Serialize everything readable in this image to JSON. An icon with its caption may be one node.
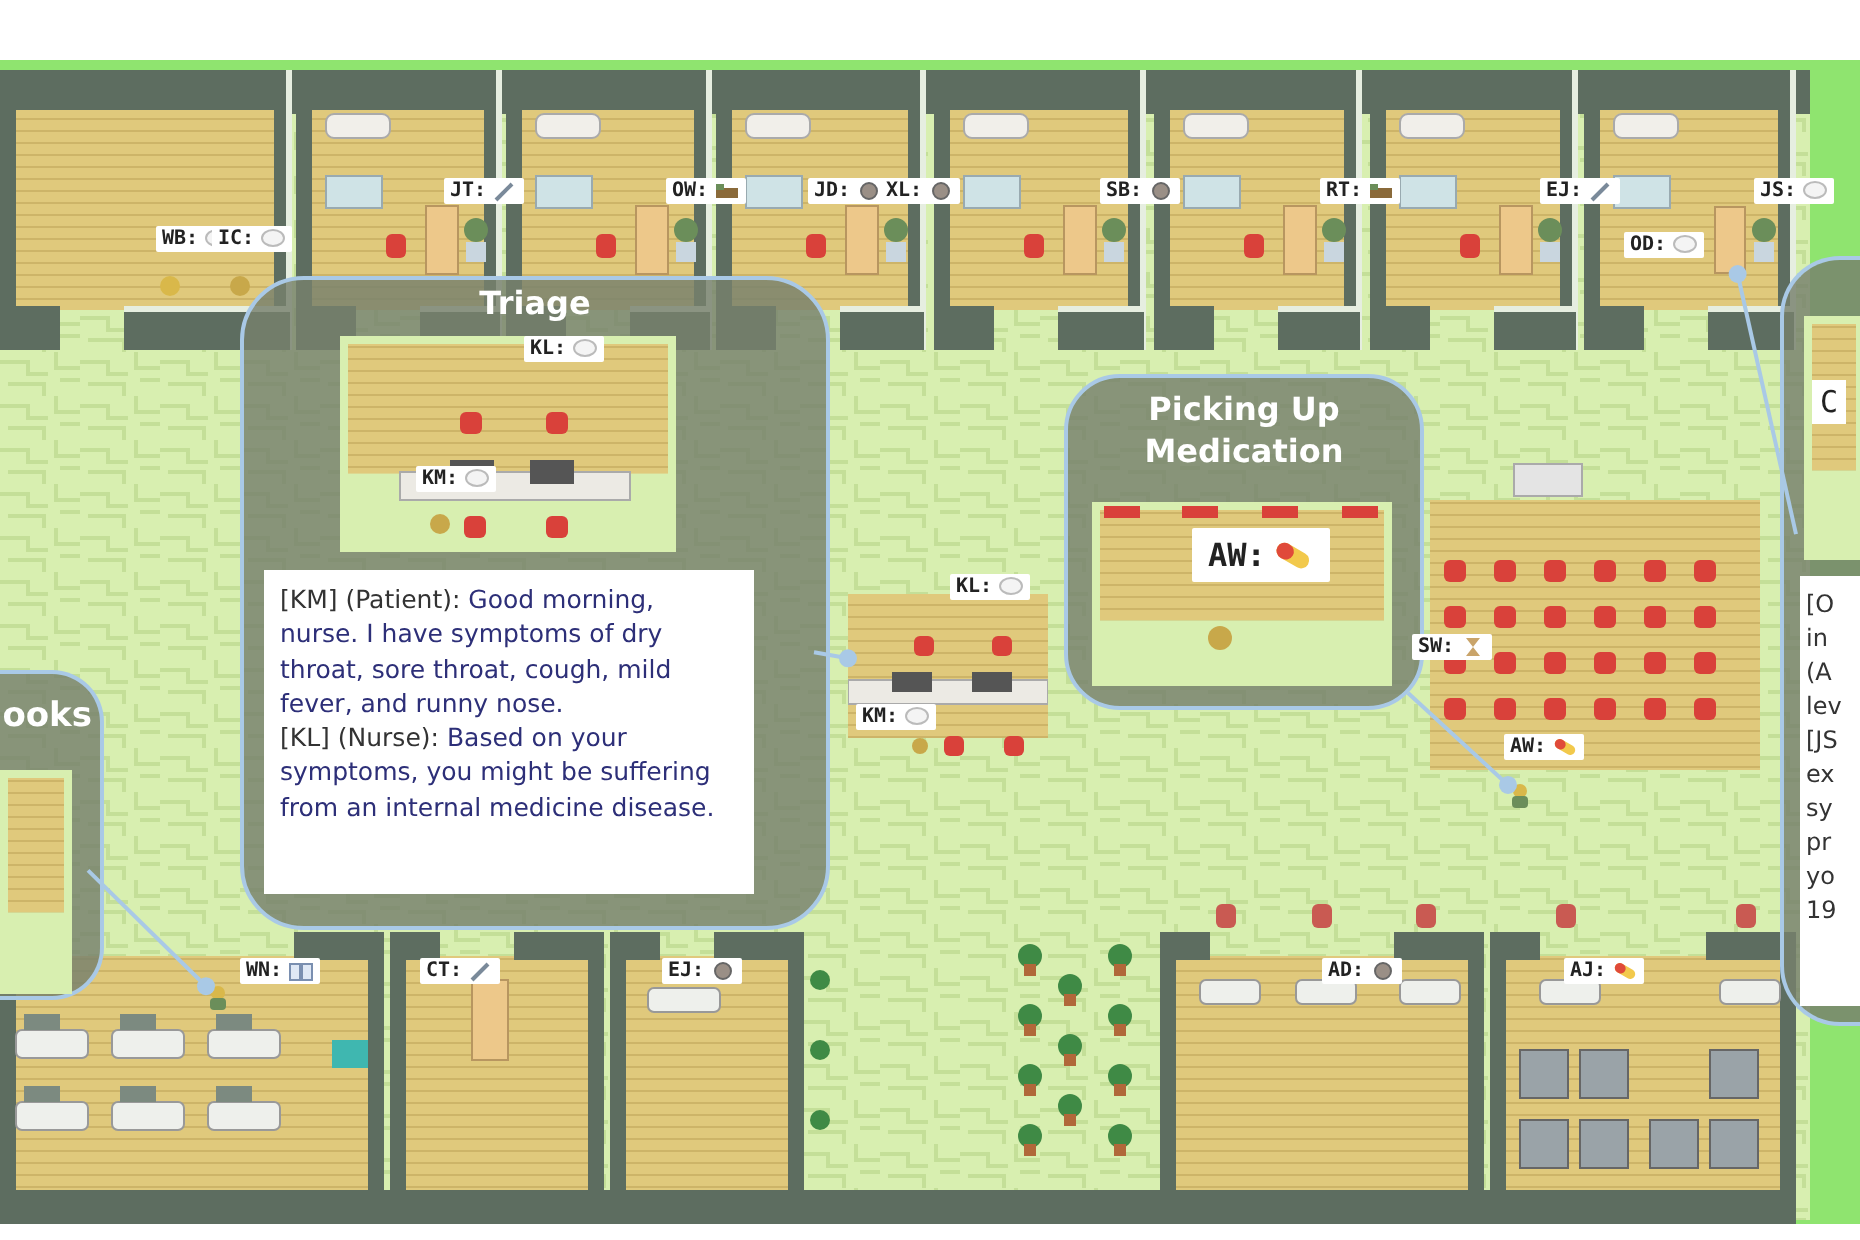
{
  "diagram": {
    "nodes": [
      {
        "text": [
          "Triage",
          "[KM] (Patient): Good morning, nurse.  I have symptoms of dry throat, sore throat, cough, mild fever, and runny nose.",
          "[KL] (Nurse): Based on your symptoms, you might be suffering from an internal medicine disease."
        ]
      },
      {
        "text": [
          "Picking Up Medication"
        ]
      },
      {
        "text": [
          "ooks"
        ]
      },
      {
        "text": [
          "C",
          "[O in (A lev [JS ex sy pr yo 19"
        ]
      },
      {
        "text": [],
        "shape": "box"
      },
      {
        "text": [],
        "shape": "picture"
      },
      {
        "text": [],
        "shape": "person"
      },
      {
        "text": [],
        "shape": "person"
      }
    ],
    "edges": [
      {
        "from": 0,
        "to": 5,
        "arrow": "other"
      },
      {
        "from": 1,
        "to": 6,
        "arrow": "other"
      },
      {
        "from": 2,
        "to": 7,
        "arrow": "other"
      },
      {
        "from": 3,
        "to": 4,
        "arrow": "other"
      }
    ],
    "labels": [
      "JT:",
      "OW:",
      "JD:",
      "XL:",
      "SB:",
      "RT:",
      "EJ:",
      "JS:",
      "WB:",
      "IC:",
      "OD:",
      "KL:",
      "KM:",
      "AW:",
      "KL:",
      "KM:",
      "SW:",
      "AW:",
      "WN:",
      "CT:",
      "EJ:",
      "AD:",
      "AJ:"
    ]
  }
}
